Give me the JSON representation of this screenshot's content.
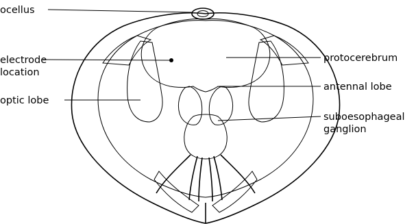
{
  "figure": {
    "labels": {
      "ocellus": "ocellus",
      "electrode_1": "electrode",
      "electrode_2": "location",
      "optic_lobe": "optic lobe",
      "protocerebrum": "protocerebrum",
      "antennal_lobe": "antennal lobe",
      "suboesophageal_1": "suboesophageal",
      "suboesophageal_2": "ganglion"
    },
    "colors": {
      "stipple_dark": "#888888",
      "stipple_light": "#d6d6d6",
      "ink": "#000000"
    }
  }
}
